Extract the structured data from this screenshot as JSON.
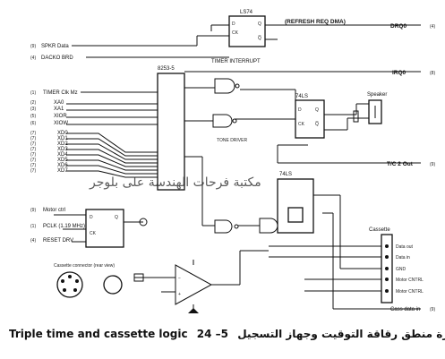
{
  "figure": {
    "caption_number": "5– 24",
    "caption_english": "Triple time and cassette logic",
    "caption_arabic": "دائرة منطق رقاقة التوقيت وجهاز التسجيل",
    "watermark": "مكتبة فرحات الهندسة على بلوجر"
  },
  "chips": {
    "ls374": "LS74",
    "timer": "8253-5",
    "ls_mid": "74LS",
    "ls_right": "74LS"
  },
  "top_labels": {
    "refresh": "(REFRESH REQ DMA)",
    "timer_interrupt": "TIMER INTERRUPT",
    "tone_pin": "TONE DRIVER"
  },
  "left_signals": [
    {
      "num": "(9)",
      "name": "SPKR Data"
    },
    {
      "num": "(4)",
      "name": "DACKO BRD"
    },
    {
      "num": "(1)",
      "name": "TIMER Clk Mz"
    },
    {
      "num": "(2)",
      "name": "XA0"
    },
    {
      "num": "(3)",
      "name": "XA1"
    },
    {
      "num": "(5)",
      "name": "XIOR"
    },
    {
      "num": "(6)",
      "name": "XIOW"
    },
    {
      "num": "(7)",
      "name": "XD0"
    },
    {
      "num": "(7)",
      "name": "XD1"
    },
    {
      "num": "(7)",
      "name": "XD2"
    },
    {
      "num": "(7)",
      "name": "XD3"
    },
    {
      "num": "(7)",
      "name": "XD4"
    },
    {
      "num": "(7)",
      "name": "XD5"
    },
    {
      "num": "(7)",
      "name": "XD6"
    },
    {
      "num": "(7)",
      "name": "XD7"
    },
    {
      "num": "(9)",
      "name": "Motor ctrl"
    },
    {
      "num": "(1)",
      "name": "PCLK (1.19 MHz)"
    },
    {
      "num": "(4)",
      "name": "RESET DRV"
    }
  ],
  "right_outputs": [
    {
      "name": "DRQ0",
      "num": "(4)"
    },
    {
      "name": "IRQ0",
      "num": "(8)"
    },
    {
      "name": "T/C 2 Out",
      "num": "(9)"
    },
    {
      "name": "Cass data in",
      "num": "(9)"
    }
  ],
  "cassette": {
    "title": "Cassette",
    "pins": [
      "Data out",
      "Data in",
      "GND",
      "Motor CNTRL",
      "Motor CNTRL"
    ]
  },
  "speaker": {
    "title": "Speaker"
  },
  "connector_note": "Cassette connector (rear view)"
}
